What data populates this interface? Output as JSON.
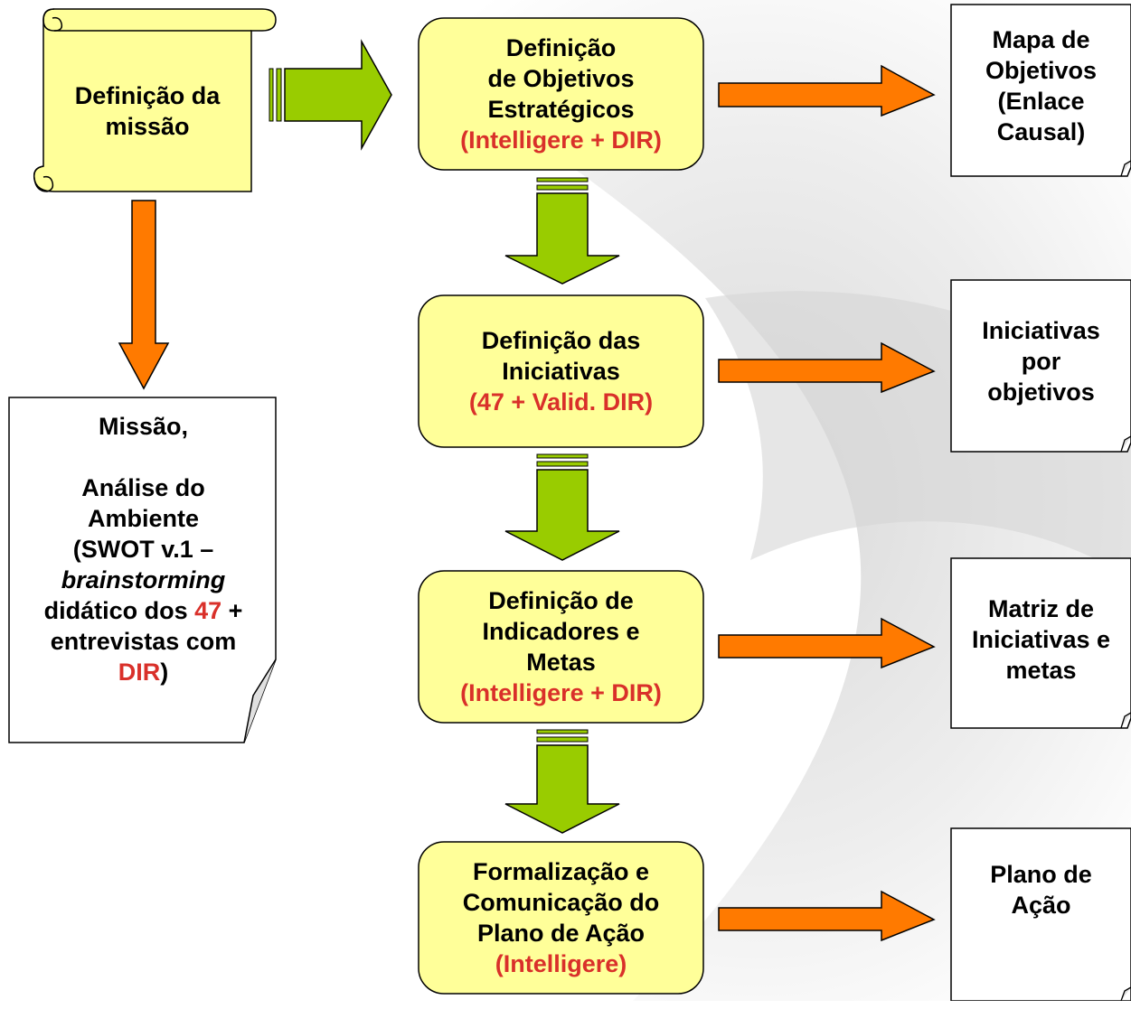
{
  "colors": {
    "box_fill": "#ffff99",
    "note_fill": "#ffffff",
    "orange_arrow": "#ff7a00",
    "green_arrow": "#99cc00",
    "accent_red": "#d9302a"
  },
  "mission": {
    "line1": "Definição da",
    "line2": "missão"
  },
  "analysis_note": {
    "l1": "Missão,",
    "l2": "Análise do",
    "l3": "Ambiente",
    "l4": "(SWOT v.1 –",
    "l5": "brainstorming",
    "l6a": "didático dos ",
    "l6b": "47",
    "l6c": " +",
    "l7": "entrevistas com",
    "l8a": "DIR",
    "l8b": ")"
  },
  "steps": [
    {
      "lines": [
        "Definição",
        "de Objetivos",
        "Estratégicos"
      ],
      "owner": "(Intelligere + DIR)"
    },
    {
      "lines": [
        "Definição das",
        "Iniciativas"
      ],
      "owner": "(47 + Valid. DIR)"
    },
    {
      "lines": [
        "Definição de",
        "Indicadores e",
        "Metas"
      ],
      "owner": "(Intelligere + DIR)"
    },
    {
      "lines": [
        "Formalização e",
        "Comunicação do",
        "Plano de Ação"
      ],
      "owner": "(Intelligere)"
    }
  ],
  "outputs": [
    {
      "lines": [
        "Mapa de",
        "Objetivos",
        "(Enlace",
        "Causal)"
      ]
    },
    {
      "lines": [
        "Iniciativas",
        "por",
        "objetivos"
      ]
    },
    {
      "lines": [
        "Matriz de",
        "Iniciativas e",
        "metas"
      ]
    },
    {
      "lines": [
        "Plano de",
        "Ação"
      ]
    }
  ]
}
